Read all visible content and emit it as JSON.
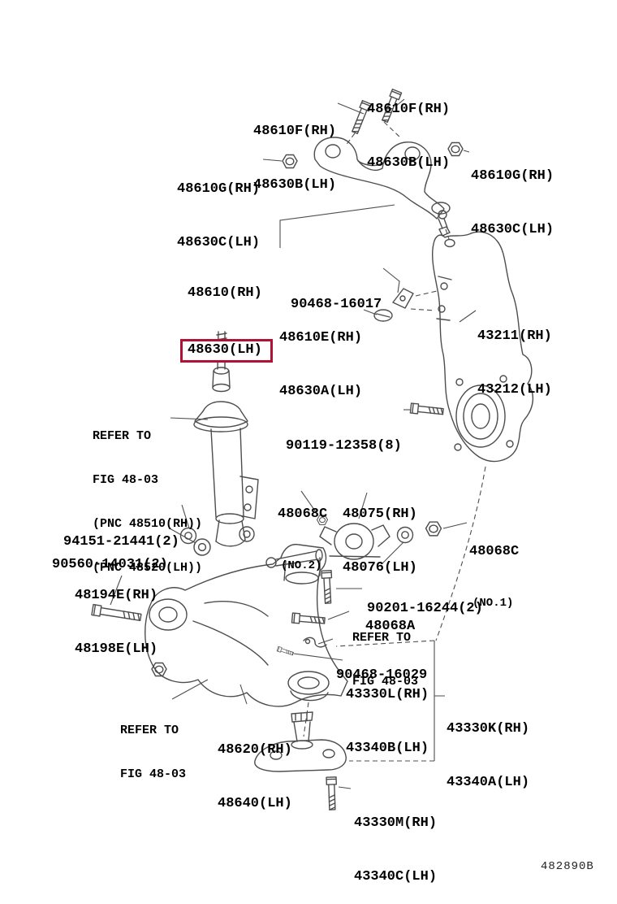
{
  "page": {
    "background": "#ffffff",
    "line_color": "#4d4d4d",
    "text_color": "#000000",
    "highlight_color": "#b01236",
    "footer_code": "482890B"
  },
  "labels": {
    "upper_arm_bolt_a": {
      "line1": "48610F(RH)",
      "line2": "48630B(LH)"
    },
    "upper_arm_bolt_b": {
      "line1": "48610F(RH)",
      "line2": "48630B(LH)"
    },
    "upper_arm_nut_right": {
      "line1": "48610G(RH)",
      "line2": "48630C(LH)"
    },
    "upper_arm_nut_left": {
      "line1": "48610G(RH)",
      "line2": "48630C(LH)"
    },
    "upper_arm_selected": {
      "line1": "48610(RH)",
      "line2": "48630(LH)"
    },
    "bolt_90468_16017": {
      "line1": "90468-16017"
    },
    "cap_48610e": {
      "line1": "48610E(RH)",
      "line2": "48630A(LH)"
    },
    "knuckle": {
      "line1": "43211(RH)",
      "line2": "43212(LH)"
    },
    "strut_note": {
      "line1": "REFER TO",
      "line2": "FIG 48-03",
      "line3": "(PNC 48510(RH))",
      "line4": "(PNC 48520(LH))"
    },
    "bolt_90119": {
      "line1": "90119-12358(8)"
    },
    "nut_48068c_no2": {
      "line1": "48068C",
      "line2": "(NO.2)"
    },
    "bushing_48075": {
      "line1": "48075(RH)",
      "line2": "48076(LH)"
    },
    "washer_94151": {
      "line1": "94151-21441(2)"
    },
    "nut_90560": {
      "line1": "90560-14031(2)"
    },
    "nut_48068c_no1": {
      "line1": "48068C",
      "line2": "(NO.1)"
    },
    "bolt_48194e": {
      "line1": "48194E(RH)",
      "line2": "48198E(LH)"
    },
    "washer_90201": {
      "line1": "90201-16244(2)"
    },
    "bolt_48068a": {
      "line1": "48068A"
    },
    "arm_note": {
      "line1": "REFER TO",
      "line2": "FIG 48-03"
    },
    "clip_90468_16029": {
      "line1": "90468-16029"
    },
    "bolt_43330l": {
      "line1": "43330L(RH)",
      "line2": "43340B(LH)"
    },
    "balljoint_43330k": {
      "line1": "43330K(RH)",
      "line2": "43340A(LH)"
    },
    "lower_arm_note": {
      "line1": "REFER TO",
      "line2": "FIG 48-03"
    },
    "lower_arm": {
      "line1": "48620(RH)",
      "line2": "48640(LH)"
    },
    "balljoint_43330m": {
      "line1": "43330M(RH)",
      "line2": "43340C(LH)"
    }
  }
}
